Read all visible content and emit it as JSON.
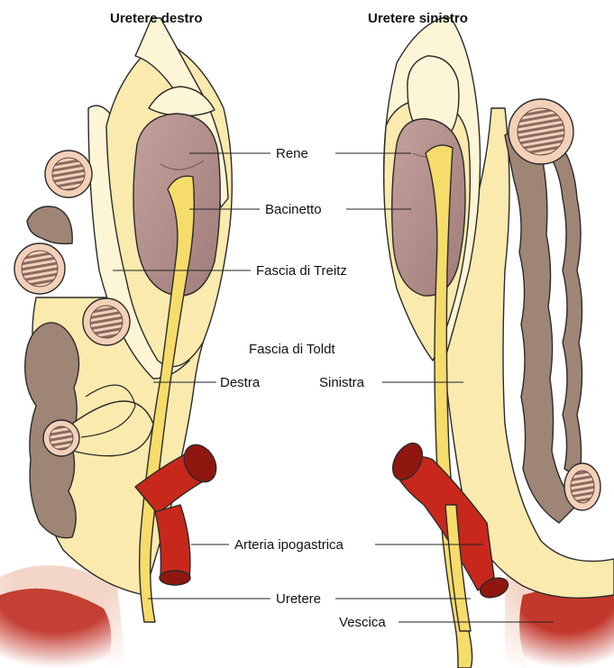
{
  "headings": {
    "right_ureter": "Uretere destro",
    "left_ureter": "Uretere sinistro"
  },
  "labels": {
    "kidney": "Rene",
    "pelvis": "Bacinetto",
    "treitz_fascia": "Fascia di Treitz",
    "toldt_fascia": "Fascia di Toldt",
    "toldt_right": "Destra",
    "toldt_left": "Sinistra",
    "hypogastric_artery": "Arteria ipogastrica",
    "ureter": "Uretere",
    "bladder": "Vescica"
  },
  "colors": {
    "fascia": "#fbeaae",
    "fascia_light": "#fdf6d6",
    "ureter": "#f6dc6a",
    "kidney": "#b48f8c",
    "kidney_light": "#d6b8b3",
    "colon": "#9f8576",
    "colon_ring": "#f3d0b8",
    "artery": "#c8281c",
    "artery_dark": "#8f1710",
    "bladder": "#c2382c",
    "background": "#ffffff"
  }
}
